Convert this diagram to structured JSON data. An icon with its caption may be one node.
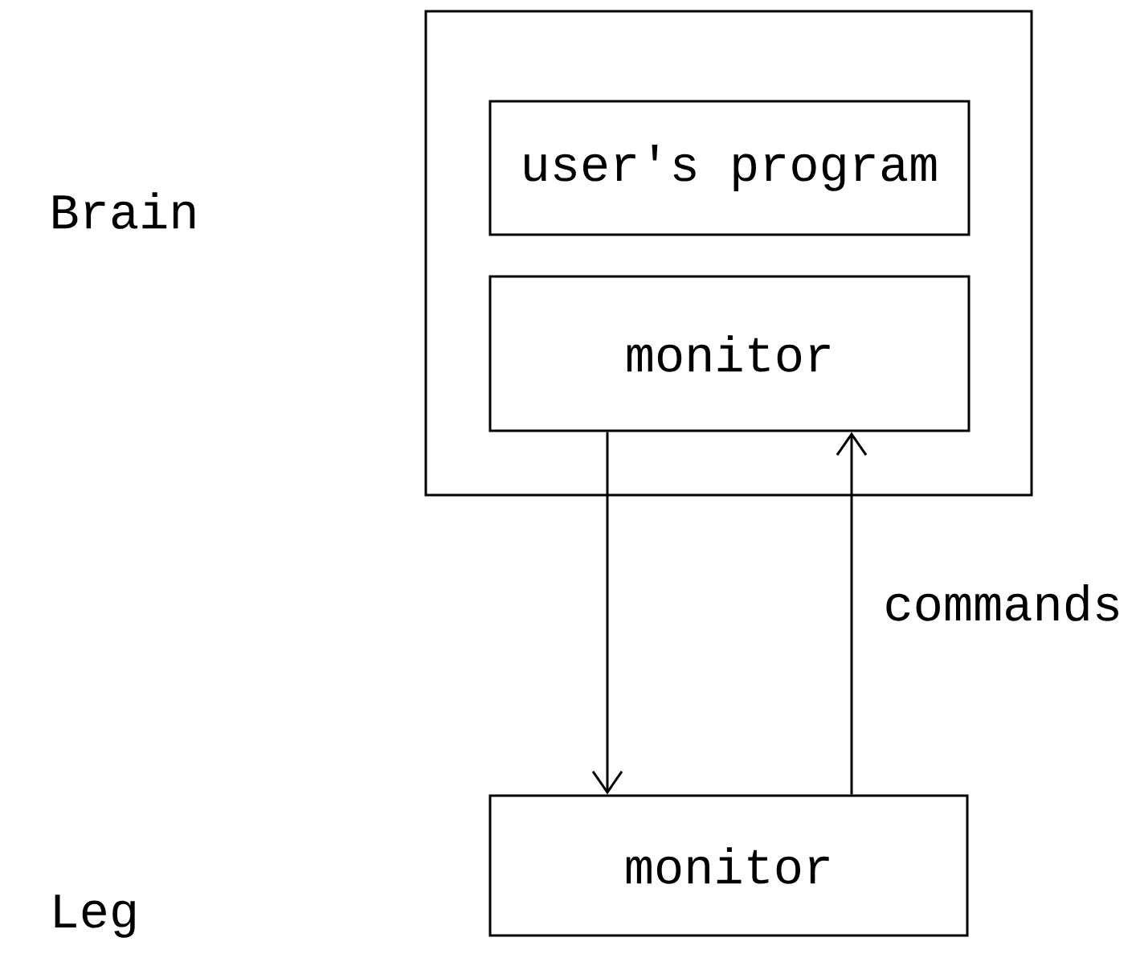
{
  "diagram": {
    "nodes": [
      {
        "text": [],
        "shape": "box"
      },
      {
        "text": [
          "user's program"
        ],
        "in": 0
      },
      {
        "text": [
          "monitor"
        ],
        "in": 0
      },
      {
        "text": [
          "monitor"
        ]
      }
    ],
    "edges": [
      {
        "from": 2,
        "to": 3,
        "arrow": "to"
      },
      {
        "from": 3,
        "to": 2,
        "arrow": "to",
        "label": "commands"
      }
    ],
    "labels": [
      "Brain",
      "Leg"
    ]
  }
}
